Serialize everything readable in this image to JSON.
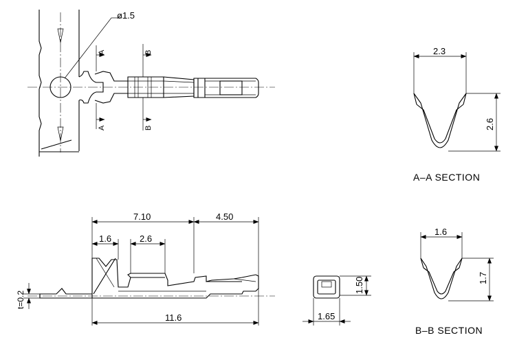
{
  "drawing": {
    "top_view": {
      "hole_diameter": "ø1.5",
      "section_mark_a_top": "A",
      "section_mark_a_bottom": "A",
      "section_mark_b_top": "B",
      "section_mark_b_bottom": "B"
    },
    "side_view": {
      "dim_length_front": "7.10",
      "dim_length_rear": "4.50",
      "dim_insulation_crimp": "1.6",
      "dim_wire_crimp": "2.6",
      "dim_total_length": "11.6",
      "dim_thickness": "t=0.2"
    },
    "end_view": {
      "dim_width": "1.65",
      "dim_height": "1.50"
    },
    "section_a": {
      "dim_width": "2.3",
      "dim_height": "2.6",
      "title": "A–A SECTION"
    },
    "section_b": {
      "dim_width": "1.6",
      "dim_height": "1.7",
      "title": "B–B SECTION"
    }
  }
}
